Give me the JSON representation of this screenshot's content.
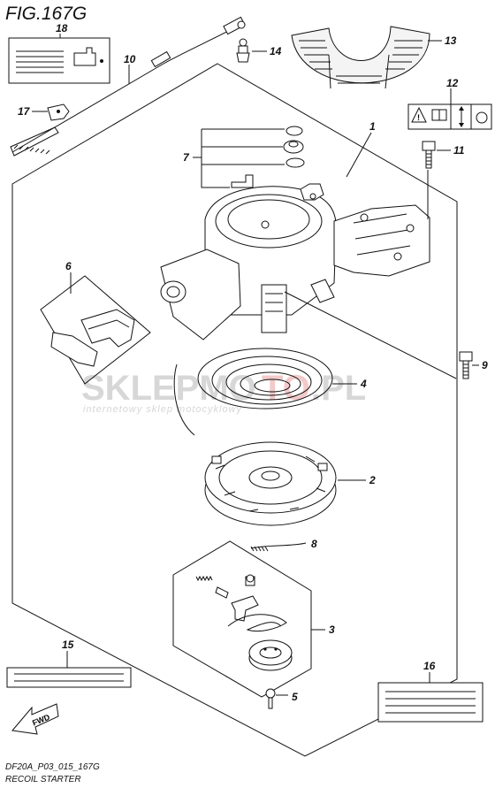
{
  "figure": {
    "prefix": "FIG.",
    "number": "167G"
  },
  "footer": {
    "code": "DF20A_P03_015_167G",
    "title": "RECOIL STARTER"
  },
  "watermark": {
    "main_a": "SKLEPMO",
    "main_b": "TO",
    "main_c": ".PL",
    "sub": "internetowy sklep motocyklowy"
  },
  "fwd_label": "FWD",
  "callouts": {
    "c1": "1",
    "c2": "2",
    "c3": "3",
    "c4": "4",
    "c5": "5",
    "c6": "6",
    "c7": "7",
    "c8": "8",
    "c9": "9",
    "c10": "10",
    "c11": "11",
    "c12": "12",
    "c13": "13",
    "c14": "14",
    "c15": "15",
    "c16": "16",
    "c17": "17",
    "c18": "18"
  }
}
